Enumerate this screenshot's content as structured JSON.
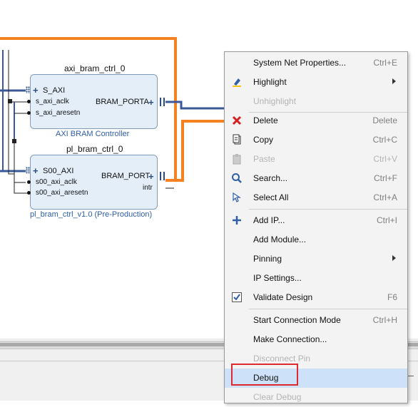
{
  "diagram": {
    "blocks": [
      {
        "instance_name": "axi_bram_ctrl_0",
        "ip_name": "AXI BRAM Controller",
        "ports_left": [
          "S_AXI",
          "s_axi_aclk",
          "s_axi_aresetn"
        ],
        "ports_right": [
          "BRAM_PORTA"
        ]
      },
      {
        "instance_name": "pl_bram_ctrl_0",
        "ip_name": "pl_bram_ctrl_v1.0 (Pre-Production)",
        "ports_left": [
          "S00_AXI",
          "s00_axi_aclk",
          "s00_axi_aresetn"
        ],
        "ports_right": [
          "BRAM_PORT",
          "intr"
        ]
      }
    ]
  },
  "context_menu": {
    "items": [
      {
        "label": "System Net Properties...",
        "shortcut": "Ctrl+E",
        "icon": "none",
        "enabled": true
      },
      {
        "label": "Highlight",
        "shortcut": "",
        "icon": "highlight-pen-icon",
        "enabled": true,
        "submenu": true
      },
      {
        "label": "Unhighlight",
        "shortcut": "",
        "icon": "none",
        "enabled": false
      },
      {
        "label": "Delete",
        "shortcut": "Delete",
        "icon": "delete-x-icon",
        "enabled": true
      },
      {
        "label": "Copy",
        "shortcut": "Ctrl+C",
        "icon": "copy-icon",
        "enabled": true
      },
      {
        "label": "Paste",
        "shortcut": "Ctrl+V",
        "icon": "paste-icon",
        "enabled": false
      },
      {
        "label": "Search...",
        "shortcut": "Ctrl+F",
        "icon": "search-icon",
        "enabled": true
      },
      {
        "label": "Select All",
        "shortcut": "Ctrl+A",
        "icon": "select-all-icon",
        "enabled": true
      },
      {
        "label": "Add IP...",
        "shortcut": "Ctrl+I",
        "icon": "plus-icon",
        "enabled": true
      },
      {
        "label": "Add Module...",
        "shortcut": "",
        "icon": "none",
        "enabled": true
      },
      {
        "label": "Pinning",
        "shortcut": "",
        "icon": "none",
        "enabled": true,
        "submenu": true
      },
      {
        "label": "IP Settings...",
        "shortcut": "",
        "icon": "none",
        "enabled": true
      },
      {
        "label": "Validate Design",
        "shortcut": "F6",
        "icon": "validate-check-icon",
        "enabled": true
      },
      {
        "label": "Start Connection Mode",
        "shortcut": "Ctrl+H",
        "icon": "none",
        "enabled": true
      },
      {
        "label": "Make Connection...",
        "shortcut": "",
        "icon": "none",
        "enabled": true
      },
      {
        "label": "Disconnect Pin",
        "shortcut": "",
        "icon": "none",
        "enabled": false
      },
      {
        "label": "Debug",
        "shortcut": "",
        "icon": "none",
        "enabled": true,
        "highlighted": true
      },
      {
        "label": "Clear Debug",
        "shortcut": "",
        "icon": "none",
        "enabled": false
      }
    ]
  },
  "colors": {
    "bus_wire": "#3b5998",
    "highlighted_net": "#f58220",
    "ip_fill": "#e3eef9",
    "menu_hover": "#cde1f8",
    "annotation_box": "#e0292f"
  }
}
